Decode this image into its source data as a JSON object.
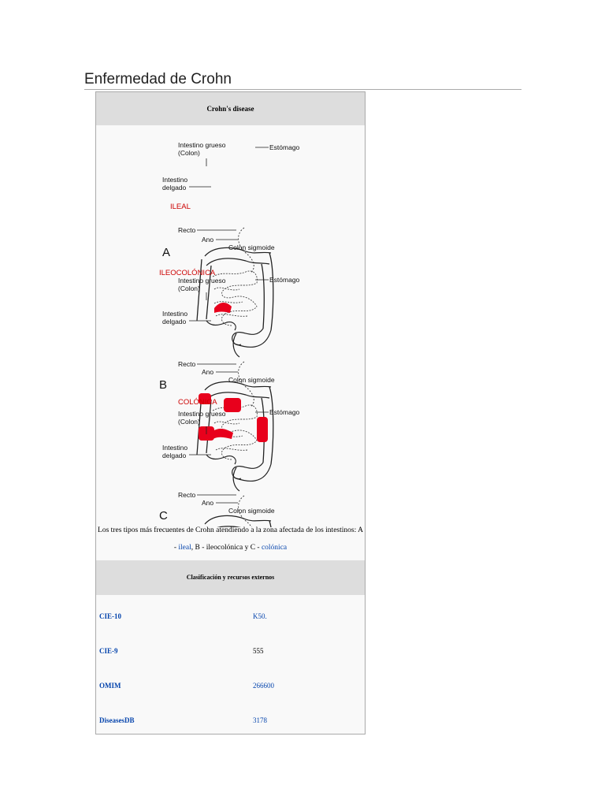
{
  "page": {
    "title": "Enfermedad de Crohn"
  },
  "infobox": {
    "header": "Crohn's disease",
    "figure": {
      "diagrams": [
        {
          "letter": "A",
          "type": "ILEAL",
          "labels": {
            "large_intestine": "Intestino grueso",
            "colon": "(Colon)",
            "stomach": "Estómago",
            "small_intestine_1": "Intestino",
            "small_intestine_2": "delgado",
            "rectum": "Recto",
            "anus": "Ano",
            "sigmoid": "Colon sigmoide"
          }
        },
        {
          "letter": "B",
          "type": "ILEOCOLÓNICA",
          "labels": {
            "large_intestine": "Intestino grueso",
            "colon": "(Colon)",
            "stomach": "Estómago",
            "small_intestine_1": "Intestino",
            "small_intestine_2": "delgado",
            "rectum": "Recto",
            "anus": "Ano",
            "sigmoid": "Colon sigmoide"
          }
        },
        {
          "letter": "C",
          "type": "COLÓNICA",
          "labels": {
            "large_intestine": "Intestino grueso",
            "colon": "(Colon)",
            "stomach": "Estómago",
            "small_intestine_1": "Intestino",
            "small_intestine_2": "delgado",
            "rectum": "Recto",
            "anus": "Ano",
            "sigmoid": "Colon sigmoide"
          }
        }
      ],
      "highlight_color": "#e8001c"
    },
    "caption": {
      "text1": "Los tres tipos más frecuentes de Crohn atendiendo a la zona afectada de los intestinos: A",
      "sep1": "- ",
      "link_ileal": "ileal",
      "text2": ", B - ileocolónica y C - ",
      "link_colonica": "colónica"
    },
    "classification_header": "Clasificación y recursos externos",
    "rows": [
      {
        "key": "CIE-10",
        "value": "K50.",
        "value_is_link": true
      },
      {
        "key": "CIE-9",
        "value": "555",
        "value_is_link": false
      },
      {
        "key": "OMIM",
        "value": "266600",
        "value_is_link": true
      },
      {
        "key": "DiseasesDB",
        "value": "3178",
        "value_is_link": true
      }
    ],
    "link_color": "#0645ad"
  }
}
